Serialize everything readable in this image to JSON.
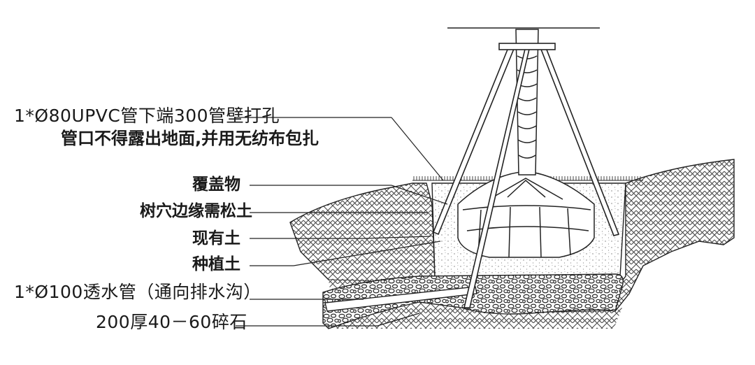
{
  "labels": {
    "pipe_title": "1*Ø80UPVC管下端300管壁打孔",
    "pipe_note": "管口不得露出地面,并用无纺布包扎",
    "mulch": "覆盖物",
    "loose_soil": "树穴边缘需松土",
    "existing_soil": "现有土",
    "planting_soil": "种植土",
    "drain_pipe": "1*Ø100透水管（通向排水沟）",
    "gravel": "200厚40－60碎石"
  },
  "colors": {
    "line": "#1a1a1a",
    "soil_hatch": "#555555",
    "planting_fill": "#f4f4f4"
  },
  "icons": [
    "tree-trunk",
    "root-ball",
    "support-stakes",
    "gravel-layer",
    "drain-pipe"
  ]
}
